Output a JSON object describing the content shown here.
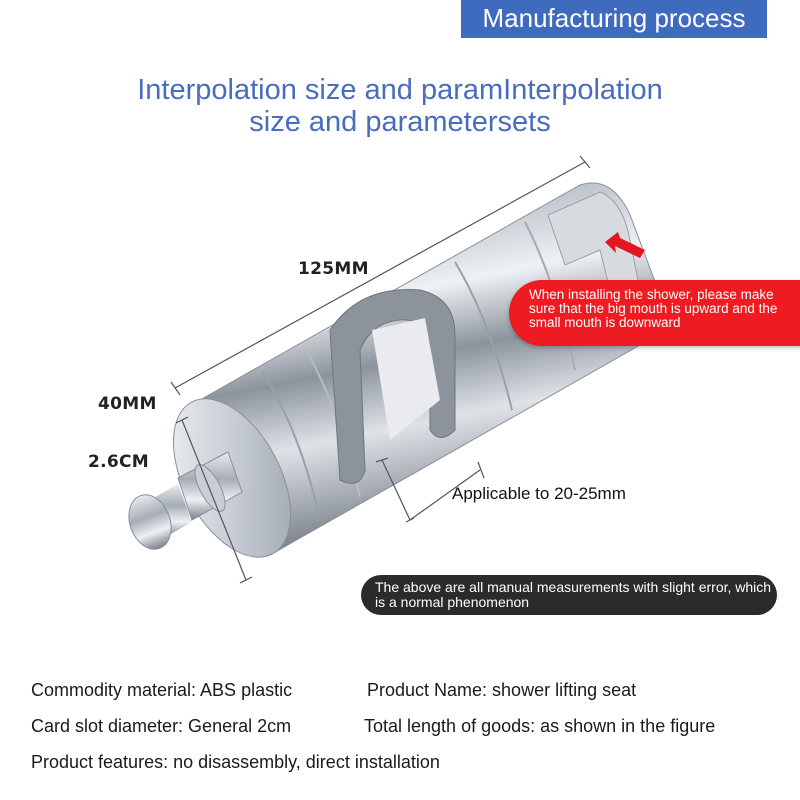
{
  "header": {
    "banner_label": "Manufacturing process"
  },
  "headline": {
    "line1": "Interpolation size and paramInterpolation",
    "line2": "size and parametersets"
  },
  "dimensions": {
    "length": "125MM",
    "height": "40MM",
    "knob": "2.6CM",
    "applicable": "Applicable to 20-25mm"
  },
  "notes": {
    "install": "When installing the shower, please make sure that the big mouth is upward and the small mouth is downward",
    "measurement": "The above are all manual measurements with slight error, which is a normal phenomenon"
  },
  "specs": {
    "material": "Commodity material: ABS plastic",
    "product_name": "Product Name: shower lifting seat",
    "slot": "Card slot diameter: General 2cm",
    "length": "Total length of goods: as shown in the figure",
    "features": "Product features: no disassembly, direct installation"
  },
  "colors": {
    "banner": "#3f6bbf",
    "headline": "#4a6cc0",
    "install_note": "#ee1b22",
    "measure_note": "#2b2b2b"
  }
}
